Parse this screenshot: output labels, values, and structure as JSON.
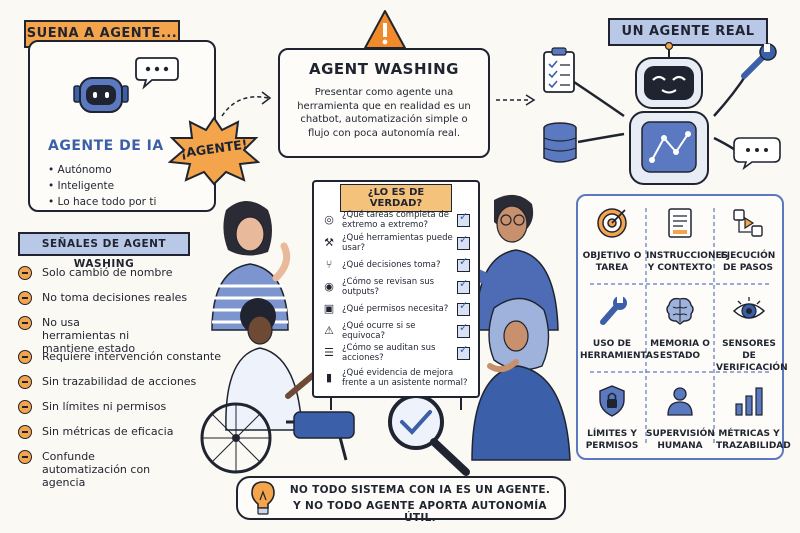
{
  "left_tag": "SUENA A AGENTE...",
  "agent_ia": {
    "title": "AGENTE DE IA",
    "bullets": [
      "Autónomo",
      "Inteligente",
      "Lo hace todo por ti"
    ]
  },
  "starburst": "¡AGENTE!",
  "center": {
    "title": "AGENT WASHING",
    "description": "Presentar como agente una herramienta que en realidad es un chatbot, automatización simple o flujo con poca autonomía real."
  },
  "right_tag": "UN AGENTE REAL",
  "signals": {
    "title": "SEÑALES DE AGENT WASHING",
    "items": [
      "Solo cambió de nombre",
      "No toma decisiones reales",
      "No usa herramientas ni mantiene estado",
      "Requiere intervención constante",
      "Sin trazabilidad de acciones",
      "Sin límites ni permisos",
      "Sin métricas de eficacia",
      "Confunde automatización con agencia"
    ]
  },
  "board": {
    "title": "¿LO ES DE VERDAD?",
    "questions": [
      "¿Qué tareas completa de extremo a extremo?",
      "¿Qué herramientas puede usar?",
      "¿Qué decisiones toma?",
      "¿Cómo se revisan sus outputs?",
      "¿Qué permisos necesita?",
      "¿Qué ocurre si se equivoca?",
      "¿Cómo se auditan sus acciones?",
      "¿Qué evidencia de mejora frente a un asistente normal?"
    ]
  },
  "capabilities": [
    {
      "label": "OBJETIVO O TAREA",
      "icon": "target-icon"
    },
    {
      "label": "INSTRUCCIONES Y CONTEXTO",
      "icon": "document-icon"
    },
    {
      "label": "EJECUCIÓN DE PASOS",
      "icon": "workflow-icon"
    },
    {
      "label": "USO DE HERRAMIENTAS",
      "icon": "wrench-icon"
    },
    {
      "label": "MEMORIA O ESTADO",
      "icon": "brain-icon"
    },
    {
      "label": "SENSORES DE VERIFICACIÓN",
      "icon": "eye-icon"
    },
    {
      "label": "LÍMITES Y PERMISOS",
      "icon": "lock-icon"
    },
    {
      "label": "SUPERVISIÓN HUMANA",
      "icon": "person-icon"
    },
    {
      "label": "MÉTRICAS Y TRAZABILIDAD",
      "icon": "bar-chart-icon"
    }
  ],
  "bottom": {
    "line1": "NO TODO SISTEMA CON IA ES UN AGENTE.",
    "line2": "Y NO TODO AGENTE APORTA AUTONOMÍA ÚTIL."
  },
  "colors": {
    "orange": "#f4a44a",
    "blue": "#3b5fa8",
    "light_blue": "#b9c8e6",
    "ink": "#1f2430"
  }
}
